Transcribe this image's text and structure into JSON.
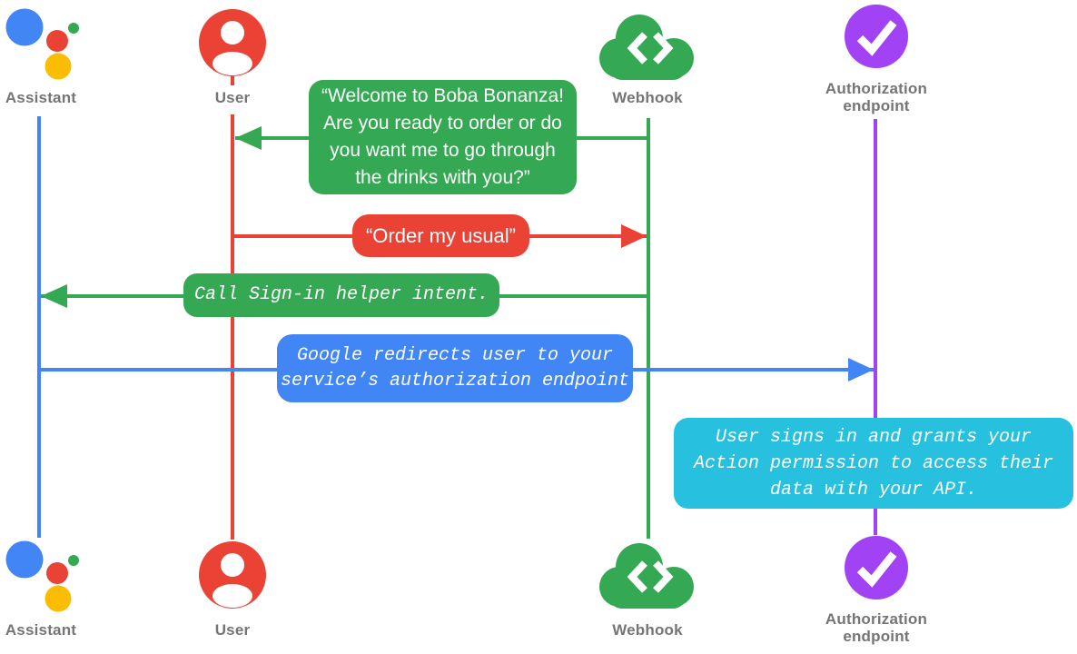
{
  "actors": {
    "assistant": {
      "label": "Assistant"
    },
    "user": {
      "label": "User"
    },
    "webhook": {
      "label": "Webhook"
    },
    "authorization": {
      "label": "Authorization\nendpoint"
    }
  },
  "messages": {
    "welcome": {
      "text": "“Welcome to Boba Bonanza!\nAre you ready to order or do\nyou want me to go through\nthe drinks with you?”",
      "from": "Webhook",
      "to": "User"
    },
    "order": {
      "text": "“Order my usual”",
      "from": "User",
      "to": "Webhook"
    },
    "sign_in": {
      "text": "Call Sign-in helper intent.",
      "from": "Webhook",
      "to": "Assistant"
    },
    "redirect": {
      "text": "Google redirects user to your\nservice’s authorization endpoint",
      "from": "Assistant",
      "to": "Authorization endpoint"
    },
    "grant": {
      "text": "User signs in and grants your\nAction permission to access their\ndata with your API.",
      "at": "Authorization endpoint"
    }
  },
  "icons": {
    "assistant": "google-assistant-icon",
    "user": "user-avatar-icon",
    "webhook": "cloud-code-icon",
    "authorization": "checkmark-circle-icon"
  },
  "colors": {
    "assistant_blue": "#4285F4",
    "user_red": "#EA4335",
    "webhook_green": "#34A853",
    "assistant_yellow": "#FBBC04",
    "authorization_purple": "#A142F4",
    "note_cyan": "#27C0DE",
    "label_gray": "#757575"
  }
}
